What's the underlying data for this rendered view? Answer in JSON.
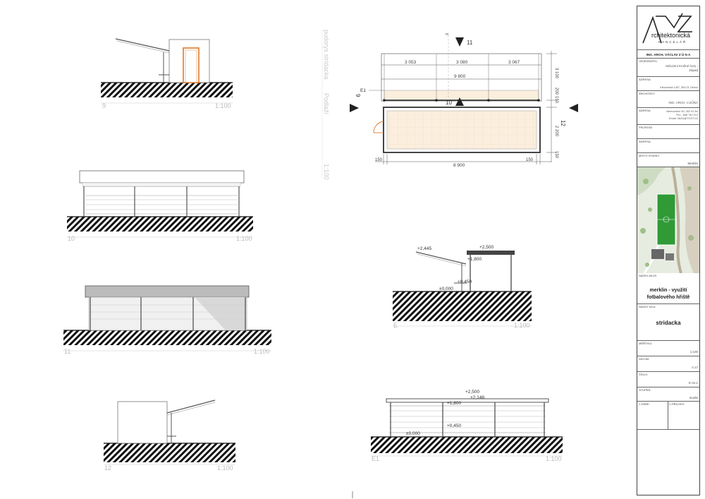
{
  "drawings": {
    "view9": {
      "id": "9",
      "scale": "1:100"
    },
    "view10": {
      "id": "10",
      "scale": "1:100"
    },
    "view11": {
      "id": "11",
      "scale": "1:100"
    },
    "view12": {
      "id": "12",
      "scale": "1:100"
    },
    "sectionE": {
      "id": "E",
      "scale": "1:100"
    },
    "sectionE1": {
      "id": "E1",
      "scale": "1:100"
    }
  },
  "floorplan": {
    "title": "pudorys stridacka",
    "floor": "Podlaží",
    "scale": "1:100",
    "markers": {
      "m11": "11",
      "m10": "10",
      "m9": "9",
      "m12": "12",
      "e1": "E1",
      "m_top": "m"
    },
    "dims": {
      "bay1": "3 053",
      "bay2": "3 080",
      "bay3": "3 067",
      "total_roof": "9 800",
      "total_base": "8 900",
      "left_edge": "150",
      "right_edge": "150",
      "right_top": "3 100",
      "right_mid1": "200",
      "right_mid2": "150",
      "right_lower": "2 200",
      "right_bottom": "150"
    }
  },
  "levels": {
    "e_roof_left": "+2,445",
    "e_roof_right": "+2,500",
    "e_mid": "+1,800",
    "e_bench": "+0,450",
    "e_zero": "±0,000",
    "e1_top": "+2,500",
    "e1_top2": "+2,148",
    "e1_mid": "+1,800",
    "e1_bench": "+0,450",
    "e1_zero": "±0,000"
  },
  "title_block": {
    "logo_initials": "AVZ",
    "logo_line1": "rchitektonická",
    "logo_line2": "KANCELÁŘ",
    "architect": "ING. ARCH. VÁCLAV Z Ů N A",
    "client_label": "OBJEDNATEL:",
    "client_value": "Sdruzeni Krušné hory - Západ",
    "address_label": "ADRESA:",
    "address_value": "Klinovecká 1407, 363 01 Ostrov",
    "architect_label": "ARCHITEKT:",
    "architect_value": "ING. ARCH. V.ZŮNA",
    "address2_label": "ADRESA:",
    "address2_l1": "Nemocniční 49, 302 91 AV",
    "address2_l2": "TEL.: 608 740 212",
    "address2_l3": "Email: VAZU@TOST.CZ",
    "profese_label": "PROFESE:",
    "address3_label": "ADRESA:",
    "site_label": "MÍSTO STAVBY:",
    "site_value": "Merklin",
    "project_label": "NÁZEV AKCE:",
    "project_l1": "merklin - využití",
    "project_l2": "fotbalového hřiště",
    "part_label": "NÁZEV DÍLA:",
    "part_value": "stridacka",
    "scale_label": "MĚŘÍTKO:",
    "scale_value": "1:100",
    "date_label": "DATUM:",
    "date_value": "4.17",
    "sheet_label": "ČÍSLO:",
    "sheet_value": "D 04.1",
    "stage_label": "STUPEŇ:",
    "stage_value": "studie",
    "sig1_label": "C.PARE:",
    "sig2_label": "C.PŘÍLOHY:"
  }
}
